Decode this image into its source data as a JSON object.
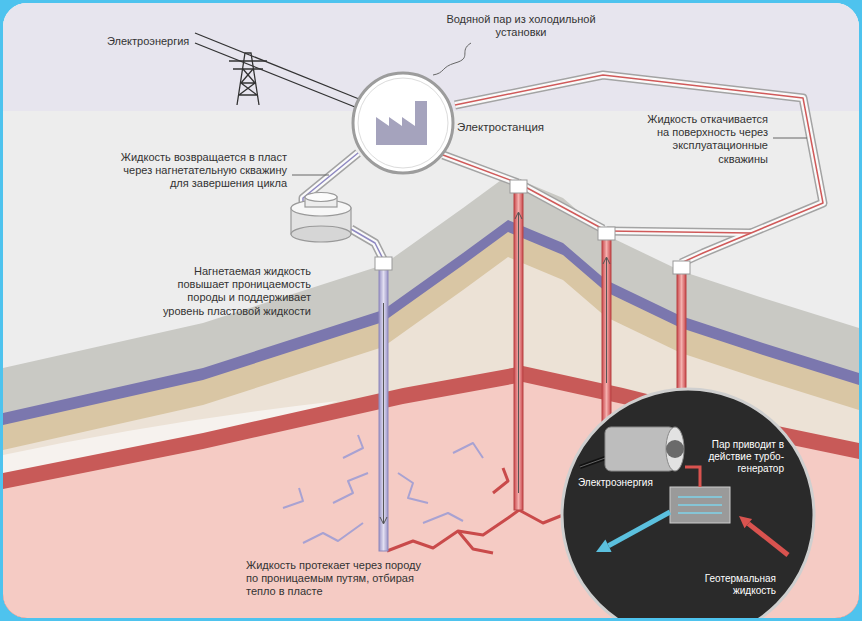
{
  "diagram": {
    "nodes": [
      {
        "text": [
          "Электростанция"
        ]
      },
      {
        "text": [
          "Пар приводит в действие турбо- генератор",
          "Электроэнергия",
          "Геотермальная жидкость"
        ]
      }
    ],
    "labels": [
      "Электроэнергия",
      "Водяной пар из холодильной установки",
      "Жидкость возвращается в пласт через нагнетательную скважину для завершения цикла",
      "Жидкость откачивается на поверхность через эксплуатационные скважины",
      "Нагнетаемая жидкость повышает проницаемость породы и поддерживает уровень пластовой жидкости",
      "Жидкость протекает через породу по проницаемым путям, отбирая тепло в пласте"
    ]
  }
}
